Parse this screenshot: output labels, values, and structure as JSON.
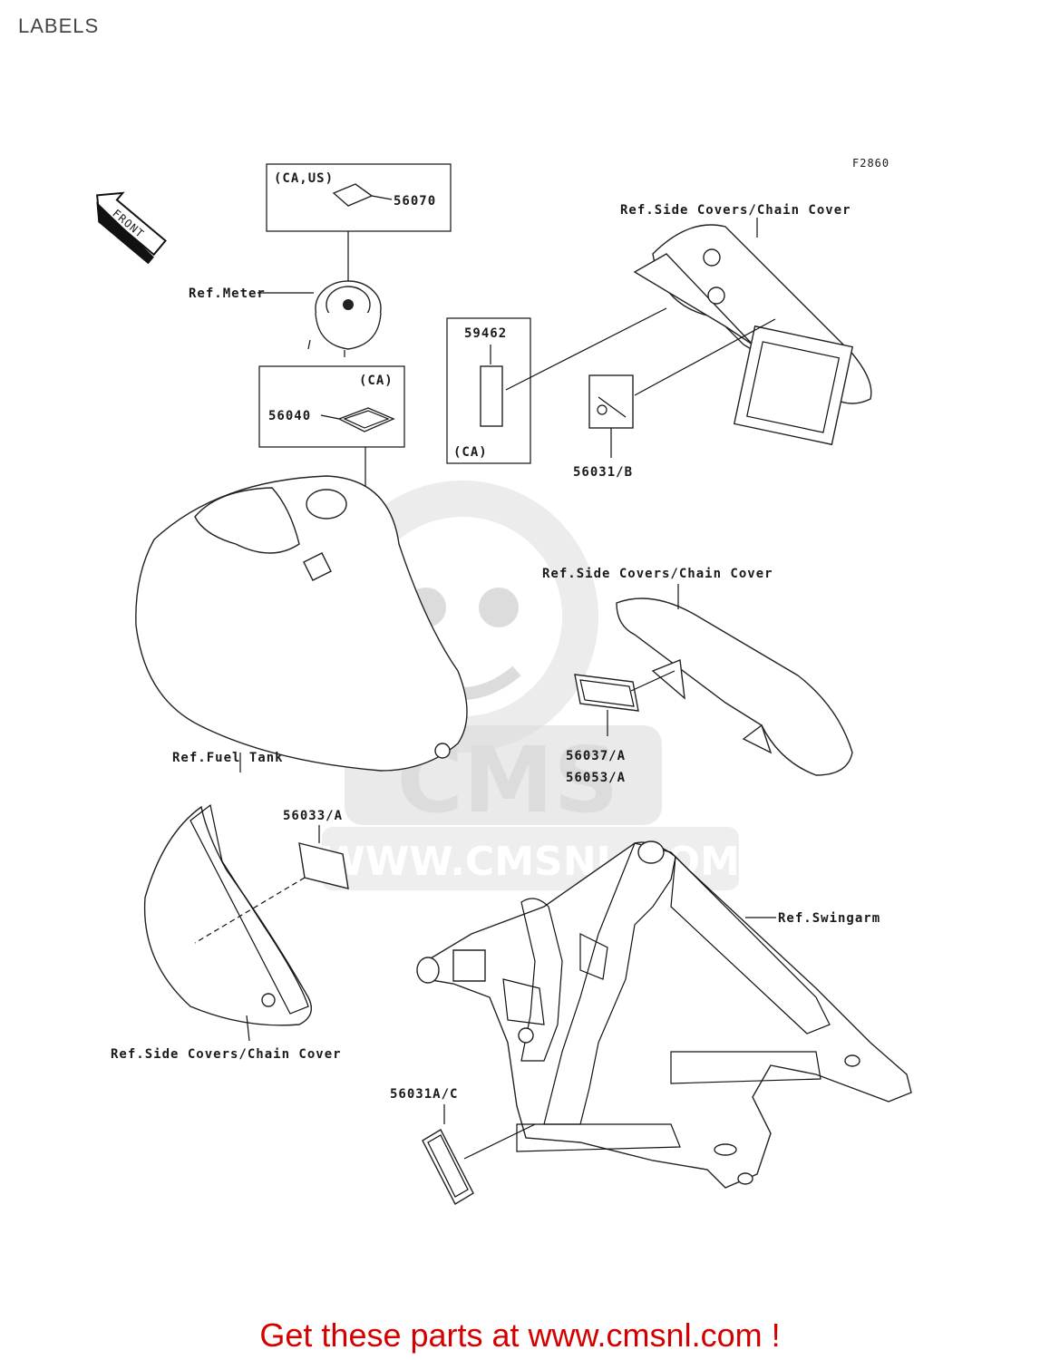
{
  "title": "LABELS",
  "figure_code": "F2860",
  "front_marker": "FRONT",
  "callouts": {
    "ca_us": "(CA,US)",
    "p56070": "56070",
    "ref_meter": "Ref.Meter",
    "ca_1": "(CA)",
    "p56040": "56040",
    "p59462": "59462",
    "ca_2": "(CA)",
    "p56031b": "56031/B",
    "ref_side_1": "Ref.Side Covers/Chain Cover",
    "ref_side_2": "Ref.Side Covers/Chain Cover",
    "ref_fuel_tank": "Ref.Fuel Tank",
    "p56037a": "56037/A",
    "p56053a": "56053/A",
    "p56033a": "56033/A",
    "ref_swingarm": "Ref.Swingarm",
    "ref_side_3": "Ref.Side Covers/Chain Cover",
    "p56031ac": "56031A/C"
  },
  "watermark": {
    "brand": "CMS",
    "url": "WWW.CMSNL.COM"
  },
  "footer_text": "Get these parts at www.cmsnl.com !"
}
